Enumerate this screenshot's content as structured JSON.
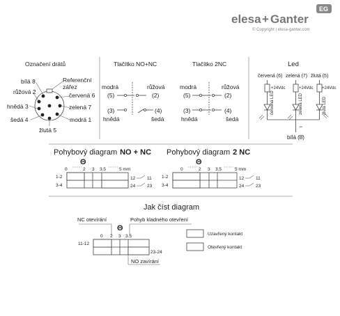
{
  "brand": {
    "name_part1": "elesa",
    "plus": "+",
    "name_part2": "Ganter",
    "badge": "EG",
    "copyright": "© Copyright | elesa-ganter.com"
  },
  "connector": {
    "title": "Označení drátů",
    "notch_label_line1": "Referenční",
    "notch_label_line2": "zářez",
    "pins": [
      {
        "label": "bílá 8"
      },
      {
        "label": "růžová 2"
      },
      {
        "label": "červená 6"
      },
      {
        "label": "hnědá 3"
      },
      {
        "label": "zelená 7"
      },
      {
        "label": "šedá 4"
      },
      {
        "label": "modrá 1"
      },
      {
        "label": "žlutá 5"
      }
    ]
  },
  "button_no_nc": {
    "title": "Tlačítko NO+NC",
    "tl_color": "modrá",
    "tl_num": "(5)",
    "tr_color": "růžová",
    "tr_num": "(2)",
    "bl_num": "(3)",
    "bl_color": "hnědá",
    "br_num": "(4)",
    "br_color": "šedá"
  },
  "button_2nc": {
    "title": "Tlačítko 2NC",
    "tl_color": "modrá",
    "tl_num": "(5)",
    "tr_color": "růžová",
    "tr_num": "(2)",
    "bl_num": "(3)",
    "bl_color": "hnědá",
    "br_num": "(4)",
    "br_color": "šedá"
  },
  "led": {
    "title": "Led",
    "colors": [
      "červená (6)",
      "zelená (7)",
      "žlutá (5)"
    ],
    "voltage": "+24Vdc",
    "led_labels": [
      "červená LED",
      "zelená LED",
      "žlutá LED"
    ],
    "minus": "−",
    "common": "bílá (8)"
  },
  "motion_no_nc": {
    "title_prefix": "Pohybový diagram",
    "title_bold": "NO + NC",
    "symbol": "Θ",
    "ticks": [
      "0",
      "2",
      "3",
      "3.5",
      "5 mm"
    ],
    "rows": [
      "1-2",
      "3-4"
    ],
    "right_contacts": [
      "12",
      "11",
      "24",
      "23"
    ]
  },
  "motion_2nc": {
    "title_prefix": "Pohybový diagram",
    "title_bold": "2 NC",
    "symbol": "Θ",
    "ticks": [
      "0",
      "2",
      "3",
      "3.5",
      "5 mm"
    ],
    "rows": [
      "1-2",
      "3-4"
    ],
    "right_contacts": [
      "12",
      "11",
      "24",
      "23"
    ]
  },
  "how_to_read": {
    "title": "Jak číst diagram",
    "nc_opening": "NC otevírání",
    "stroke_label": "Pohyb kladného otevření",
    "symbol": "Θ",
    "ticks": [
      "0",
      "2",
      "3",
      "3.5"
    ],
    "row_left": "11-12",
    "row_right": "23-24",
    "no_closing": "NO zavírání",
    "legend": [
      {
        "label": "Uzavřený kontakt"
      },
      {
        "label": "Otevřený kontakt"
      }
    ]
  }
}
